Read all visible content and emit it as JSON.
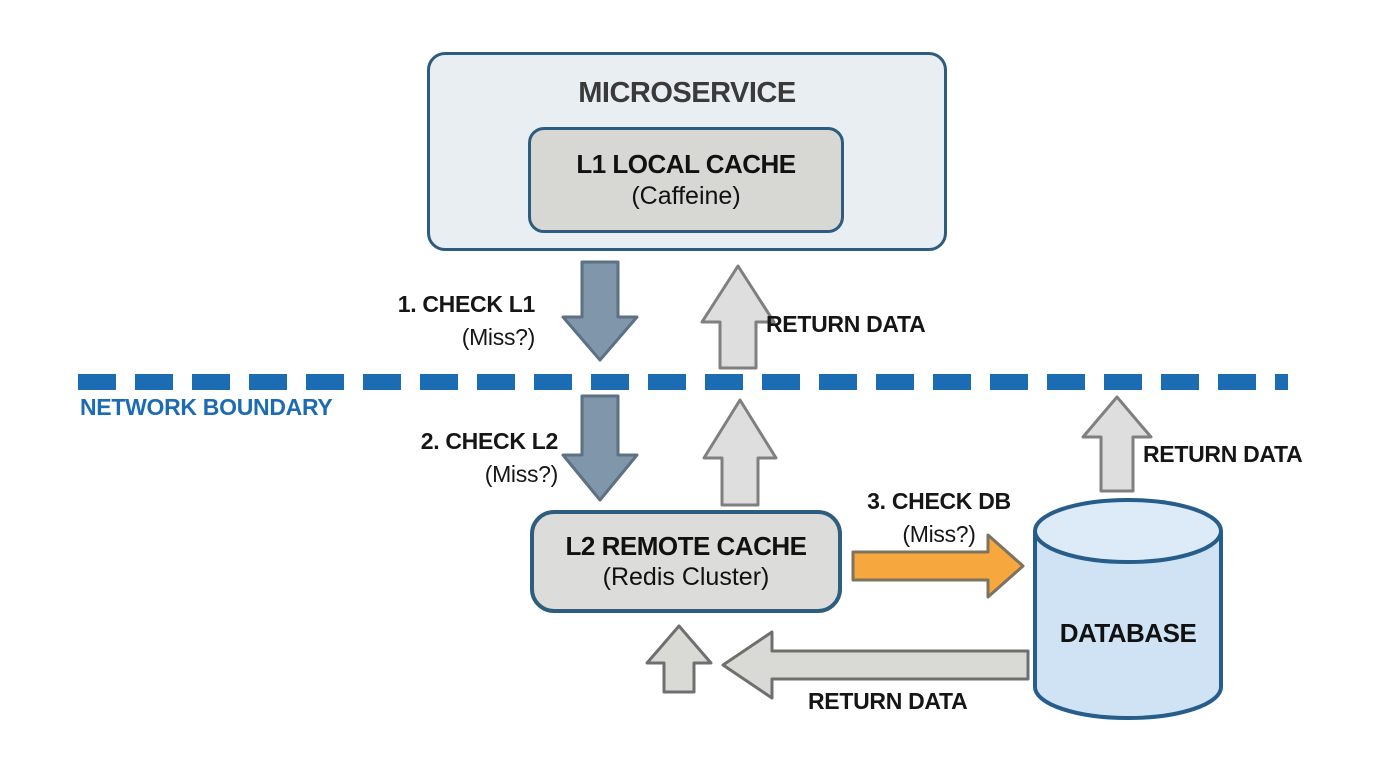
{
  "diagram": {
    "title_hint": "Two-level cache architecture flow",
    "microservice": {
      "title": "MICROSERVICE",
      "l1_cache": {
        "title": "L1 LOCAL CACHE",
        "subtitle": "(Caffeine)"
      }
    },
    "l2_cache": {
      "title": "L2 REMOTE CACHE",
      "subtitle": "(Redis Cluster)"
    },
    "database": {
      "title": "DATABASE"
    },
    "network_boundary": {
      "label": "NETWORK BOUNDARY"
    },
    "steps": {
      "check_l1": {
        "title": "1. CHECK L1",
        "subtitle": "(Miss?)"
      },
      "check_l2": {
        "title": "2. CHECK L2",
        "subtitle": "(Miss?)"
      },
      "check_db": {
        "title": "3. CHECK DB",
        "subtitle": "(Miss?)"
      }
    },
    "return_labels": {
      "l1_to_service": "RETURN DATA",
      "db_up": "RETURN DATA",
      "db_to_l2": "RETURN DATA"
    },
    "icons": {
      "down_arrows": "down-arrow-icon",
      "up_arrows": "up-arrow-icon",
      "left_arrow": "left-arrow-icon",
      "right_arrow": "right-arrow-icon",
      "database_shape": "database-cylinder-icon"
    },
    "colors": {
      "boundary_blue": "#1b6cb3",
      "boundary_text_blue": "#1d6cb3",
      "check_arrow_fill": "#8097ab",
      "check_arrow_stroke": "#5d7183",
      "return_arrow_fill": "#dedede",
      "return_arrow_stroke": "#7f7f7f",
      "db_return_arrow_fill": "#d9d9d6",
      "db_return_arrow_stroke": "#6f6f6f",
      "orange_arrow_fill": "#f6a73d",
      "orange_arrow_stroke": "#7d7361",
      "box_border_blue": "#2e5b80",
      "microservice_fill": "#e9eef3",
      "cache_fill": "#d9d9d6",
      "database_fill": "#cfe3f4",
      "database_top_fill": "#ddeaf8"
    }
  }
}
